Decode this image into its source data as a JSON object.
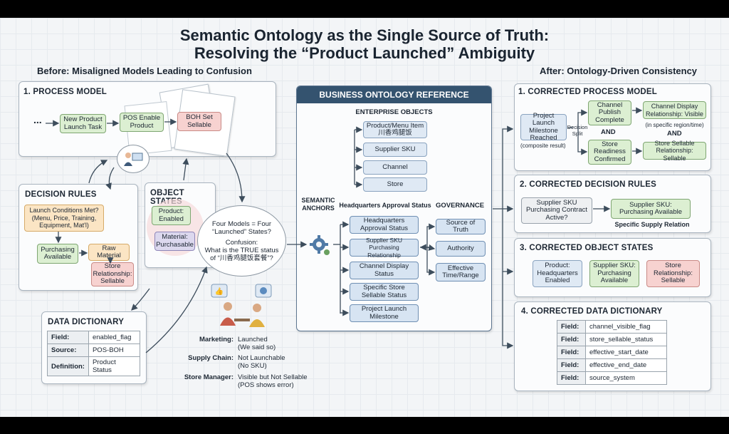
{
  "title": {
    "line1": "Semantic Ontology as the Single Source of Truth:",
    "line2": "Resolving the “Product Launched” Ambiguity"
  },
  "before_heading": "Before: Misaligned Models Leading to Confusion",
  "after_heading": "After: Ontology-Driven Consistency",
  "process_model": {
    "heading": "1. PROCESS MODEL",
    "ellipsis": "...",
    "new_product": "New Product Launch Task",
    "pos_enable": "POS Enable Product",
    "boh_set": "BOH Set Sellable"
  },
  "decision_rules": {
    "heading": "DECISION RULES",
    "launch_conditions": "Launch Conditions Met? (Menu, Price, Training, Equipment, Mat'l)",
    "purchasing": "Purchasing Available",
    "raw_material": "Raw Material",
    "store_rel": "Store Relationship: Sellable"
  },
  "object_states": {
    "heading": "OBJECT STATES",
    "product_enabled": "Product: Enabled",
    "material_purchasable": "Material: Purchasable"
  },
  "confusion_cloud": {
    "line1": "Four Models = Four “Launched” States?",
    "line2": "Confusion:",
    "line3": "What is the TRUE status of “川香鸡腿饭套餐”?"
  },
  "data_dictionary": {
    "heading": "DATA DICTIONARY",
    "rows": [
      {
        "key": "Field:",
        "value": "enabled_flag"
      },
      {
        "key": "Source:",
        "value": "POS-BOH"
      },
      {
        "key": "Definition:",
        "value": "Product Status"
      }
    ]
  },
  "stakeholders": [
    {
      "role": "Marketing:",
      "line1": "Launched",
      "line2": "(We said so)"
    },
    {
      "role": "Supply Chain:",
      "line1": "Not Launchable",
      "line2": "(No SKU)"
    },
    {
      "role": "Store Manager:",
      "line1": "Visible but Not Sellable",
      "line2": "(POS shows error)"
    }
  ],
  "ontology": {
    "heading": "BUSINESS ONTOLOGY REFERENCE",
    "enterprise_heading": "ENTERPRISE OBJECTS",
    "objects": [
      "Product/Menu Item 川香鸡腿饭",
      "Supplier SKU",
      "Channel",
      "Store"
    ],
    "semantic_anchors": "SEMANTIC ANCHORS",
    "hq_heading": "Headquarters Approval Status",
    "governance_heading": "GOVERNANCE",
    "statuses": [
      "Headquarters Approval Status",
      "Supplier SKU Purchasing Relationship",
      "Channel Display Status",
      "Specific Store Sellable Status",
      "Project Launch Milestone"
    ],
    "governance": [
      "Source of Truth",
      "Authority",
      "Effective Time/Range"
    ]
  },
  "corrected_process": {
    "heading": "1. CORRECTED PROCESS MODEL",
    "milestone": "Project Launch Milestone Reached",
    "composite": "(composite result)",
    "decision_split": "Decision Split",
    "channel_publish": "Channel Publish Complete",
    "and1": "AND",
    "channel_display": "Channel Display Relationship: Visible",
    "region_note": "(in specific region/time)",
    "store_readiness": "Store Readiness Confirmed",
    "and2": "AND",
    "store_sellable": "Store Sellable Relationship: Sellable"
  },
  "corrected_rules": {
    "heading": "2. CORRECTED DECISION RULES",
    "contract": "Supplier SKU Purchasing Contract Active?",
    "available": "Supplier SKU: Purchasing Available",
    "relation": "Specific Supply Relation"
  },
  "corrected_states": {
    "heading": "3. CORRECTED OBJECT STATES",
    "items": [
      "Product: Headquarters Enabled",
      "Supplier SKU: Purchasing Available",
      "Store Relationship: Sellable"
    ]
  },
  "corrected_dictionary": {
    "heading": "4. CORRECTED DATA DICTIONARY",
    "rows": [
      {
        "key": "Field:",
        "value": "channel_visible_flag"
      },
      {
        "key": "Field:",
        "value": "store_sellable_status"
      },
      {
        "key": "Field:",
        "value": "effective_start_date"
      },
      {
        "key": "Field:",
        "value": "effective_end_date"
      },
      {
        "key": "Field:",
        "value": "source_system"
      }
    ]
  },
  "icons": [
    "gear-icon",
    "person-icon",
    "meeting-people-icon",
    "document-stack-icon"
  ],
  "colors": {
    "ontology_header": "#34536f",
    "green": "#dcefd2",
    "red": "#f7d2d0",
    "blue": "#dfe9f4"
  }
}
